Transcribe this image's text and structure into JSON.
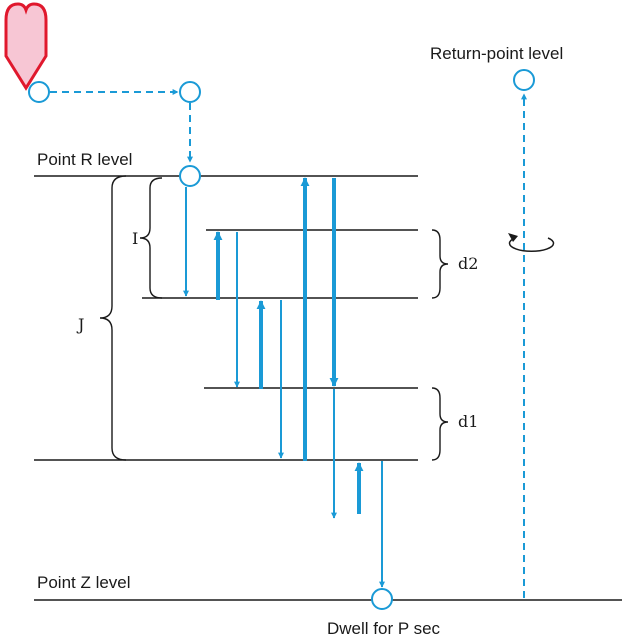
{
  "labels": {
    "point_r_level": "Point R level",
    "point_z_level": "Point Z level",
    "return_point_level": "Return-point level",
    "dwell": "Dwell for P sec",
    "i": "I",
    "j": "J",
    "d2": "d2",
    "d1": "d1"
  },
  "colors": {
    "path_blue": "#1a9ad6",
    "tool_fill": "#f7c6d4",
    "tool_stroke": "#e0182d",
    "line_black": "#1a1a1a"
  },
  "icons": {
    "tool": "drill-tool-icon",
    "rotation": "spindle-rotation-icon"
  }
}
